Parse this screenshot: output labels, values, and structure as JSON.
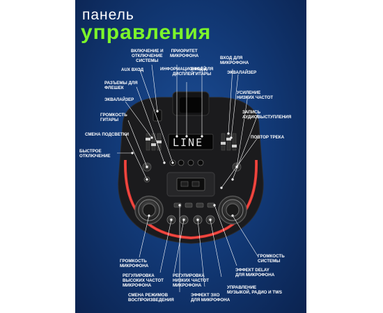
{
  "header": {
    "line1": "панель",
    "line2": "управления"
  },
  "colors": {
    "title_accent": "#7cf52a",
    "background": "#123a78",
    "led_ring": "#e53935",
    "label_text": "#ffffff"
  },
  "display": {
    "text": "LINE"
  },
  "labels": {
    "power": "включение и\nотключение\nсистемы",
    "mic_priority": "приоритет\nмикрофона",
    "mic_input": "вход для\nмикрофона",
    "aux_in": "AUX вход",
    "info_display": "информационный\nдисплей",
    "guitar_input": "вход для\nгитары",
    "usb_ports": "разъемы для\nфлешек",
    "equalizer_right": "эквалайзер",
    "equalizer_left": "эквалайзер",
    "bass_boost": "усиление\nнизких частот",
    "guitar_volume": "громкость\nгитары",
    "recording": "запись\nаудиовыступления",
    "light_mode": "смена подсветки",
    "repeat_track": "повтор трека",
    "quick_off": "быстрое\nотключение",
    "mic_volume": "громкость\nмикрофона",
    "mic_treble": "регулировка\nвысоких частот\nмикрофона",
    "mic_bass": "регулировка\nнизких частот\nмикрофона",
    "playback_mode": "смена режимов\nвоспроизведения",
    "mic_echo": "эффект эхо\nдля микрофона",
    "music_control": "управление\nмузыкой, радио и TWS",
    "mic_delay": "эффект DELAY\nдля микрофона",
    "system_volume": "громкость\nсистемы"
  }
}
